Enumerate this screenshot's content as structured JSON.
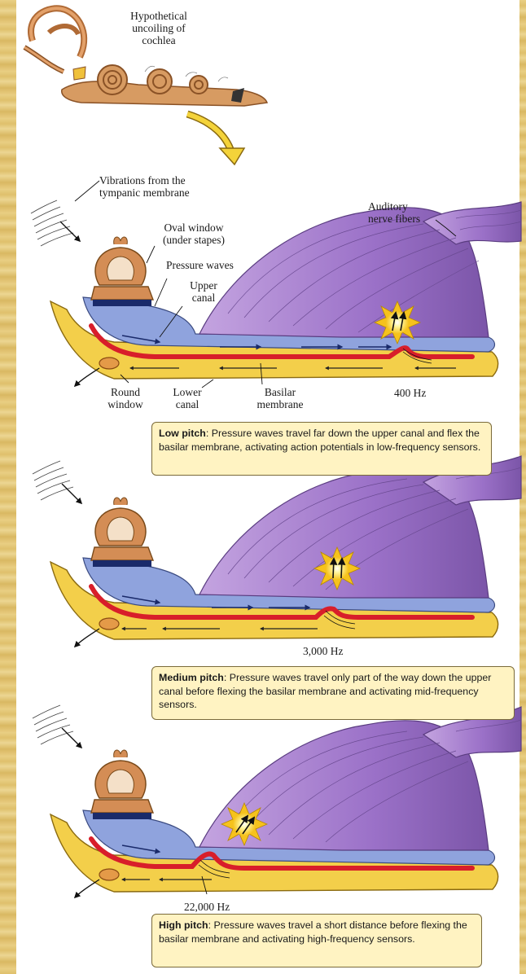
{
  "colors": {
    "upper_canal": "#8fa3dd",
    "lower_canal": "#f3cf4a",
    "basilar_membrane": "#d81e2a",
    "nerve": "#a77ed0",
    "stapes": "#d48d55",
    "caption_bg": "#fff3c2"
  },
  "labels": {
    "uncoiling": [
      "Hypothetical",
      "uncoiling of",
      "cochlea"
    ],
    "vibrations": [
      "Vibrations from the",
      "tympanic membrane"
    ],
    "nerve_fibers": [
      "Auditory",
      "nerve fibers"
    ],
    "oval_window": [
      "Oval window",
      "(under stapes)"
    ],
    "pressure_waves": "Pressure waves",
    "upper_canal": [
      "Upper",
      "canal"
    ],
    "round_window": [
      "Round",
      "window"
    ],
    "lower_canal": [
      "Lower",
      "canal"
    ],
    "basilar_membrane": [
      "Basilar",
      "membrane"
    ]
  },
  "panels": [
    {
      "freq": "400 Hz",
      "caption_title": "Low pitch",
      "caption_text": ": Pressure waves travel far down the upper canal and flex the basilar membrane, activating action potentials in low-frequency sensors.",
      "icon": "sensor-burst-icon"
    },
    {
      "freq": "3,000 Hz",
      "caption_title": "Medium pitch",
      "caption_text": ": Pressure waves travel only part of the way down the upper canal before flexing the basilar membrane and activating mid-frequency sensors.",
      "icon": "sensor-burst-icon"
    },
    {
      "freq": "22,000 Hz",
      "caption_title": "High pitch",
      "caption_text": ": Pressure waves travel a short distance before flexing the basilar membrane and activating high-frequency sensors.",
      "icon": "sensor-burst-icon"
    }
  ]
}
